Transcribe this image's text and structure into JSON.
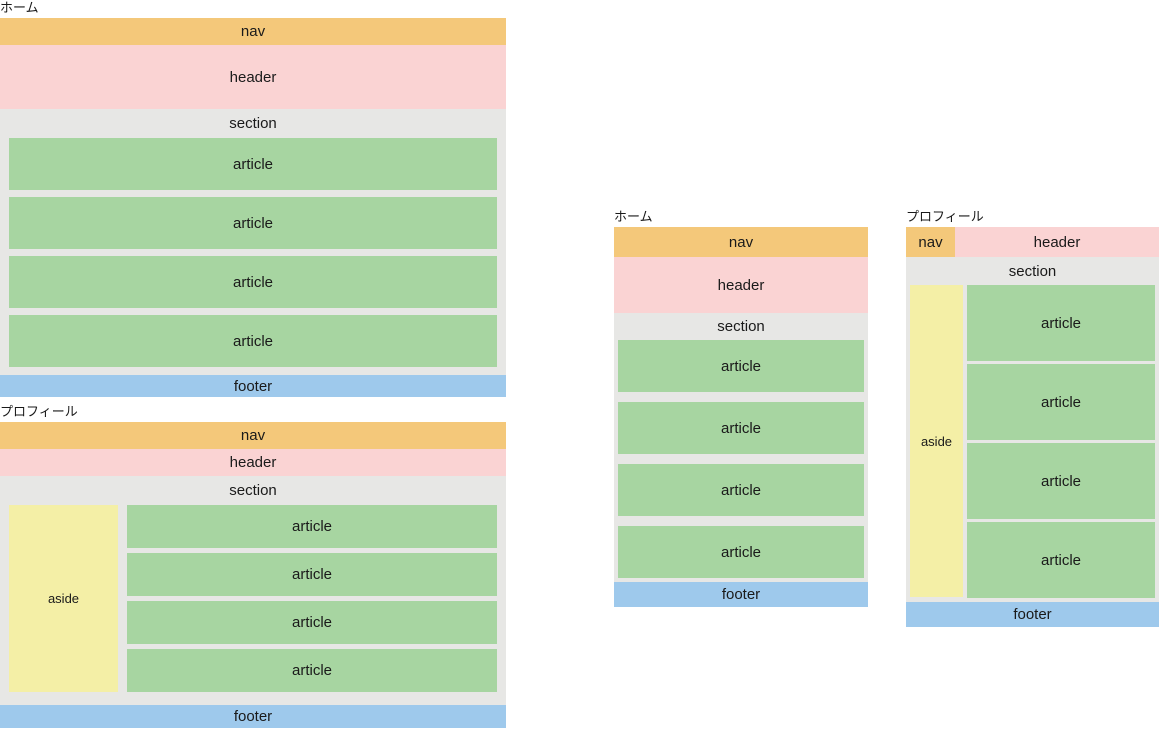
{
  "colors": {
    "nav": "#f4c87a",
    "header": "#fad3d3",
    "section": "#e7e7e5",
    "article": "#a7d5a1",
    "aside": "#f4efa6",
    "footer": "#9ec9ec",
    "background": "#ffffff",
    "text": "#1a1a1a"
  },
  "labels": {
    "nav": "nav",
    "header": "header",
    "section": "section",
    "article": "article",
    "aside": "aside",
    "footer": "footer"
  },
  "panels": [
    {
      "id": "home-large",
      "title": "ホーム",
      "variant": "stacked",
      "regions": [
        "nav",
        "header",
        "section",
        "article",
        "article",
        "article",
        "article",
        "footer"
      ],
      "article_count": 4,
      "has_aside": false
    },
    {
      "id": "profile-large",
      "title": "プロフィール",
      "variant": "aside-left",
      "regions": [
        "nav",
        "header",
        "section",
        "aside",
        "article",
        "article",
        "article",
        "article",
        "footer"
      ],
      "article_count": 4,
      "has_aside": true
    },
    {
      "id": "home-small",
      "title": "ホーム",
      "variant": "stacked",
      "regions": [
        "nav",
        "header",
        "section",
        "article",
        "article",
        "article",
        "article",
        "footer"
      ],
      "article_count": 4,
      "has_aside": false
    },
    {
      "id": "profile-small",
      "title": "プロフィール",
      "variant": "nav-inline-aside-left",
      "regions": [
        "nav",
        "header",
        "section",
        "aside",
        "article",
        "article",
        "article",
        "article",
        "footer"
      ],
      "article_count": 4,
      "has_aside": true
    }
  ]
}
